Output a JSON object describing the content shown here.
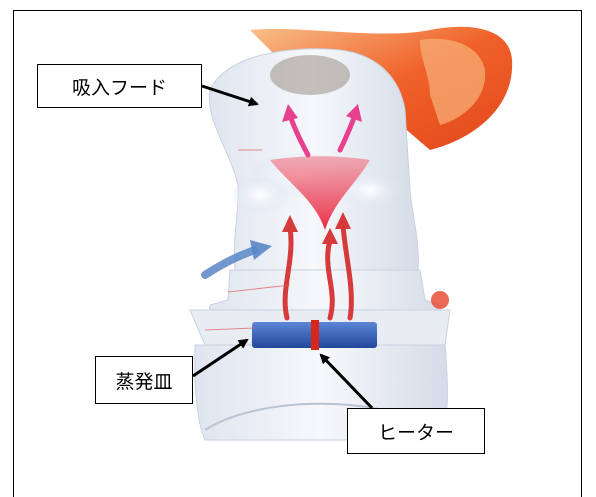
{
  "labels": {
    "intake_hood": "吸入フード",
    "evaporating_dish": "蒸発皿",
    "heater": "ヒーター"
  },
  "colors": {
    "flame": "#f0612a",
    "flame_light": "#f7b27a",
    "vapor_arrow": "#e8203a",
    "intake_arrow_pink": "#e8408e",
    "side_air_arrow": "#5a86c8",
    "dish_blue": "#2f5fb5",
    "heater_red": "#d8261a",
    "body_white": "#eef1f6",
    "body_shadow": "#c9d2e0"
  }
}
